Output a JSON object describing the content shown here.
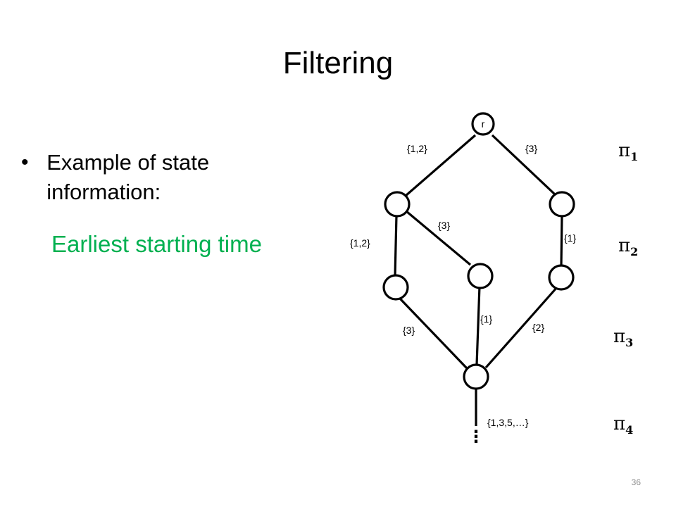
{
  "slide": {
    "title": "Filtering",
    "bullet": "Example of state information:",
    "highlight": "Earliest starting time",
    "page_number": "36"
  },
  "diagram": {
    "root_label": "r",
    "edge_labels": {
      "root_left": "{1,2}",
      "root_right": "{3}",
      "l1_to_l2": "{1,2}",
      "l1_to_m2": "{3}",
      "r1_to_r2": "{1}",
      "l2_to_b": "{3}",
      "m2_to_b": "{1}",
      "r2_to_b": "{2}",
      "b_down": "{1,3,5,…}"
    },
    "layers": [
      {
        "symbol": "π",
        "sub": "1"
      },
      {
        "symbol": "π",
        "sub": "2"
      },
      {
        "symbol": "π",
        "sub": "3"
      },
      {
        "symbol": "π",
        "sub": "4"
      }
    ],
    "continuation": "⋮"
  }
}
